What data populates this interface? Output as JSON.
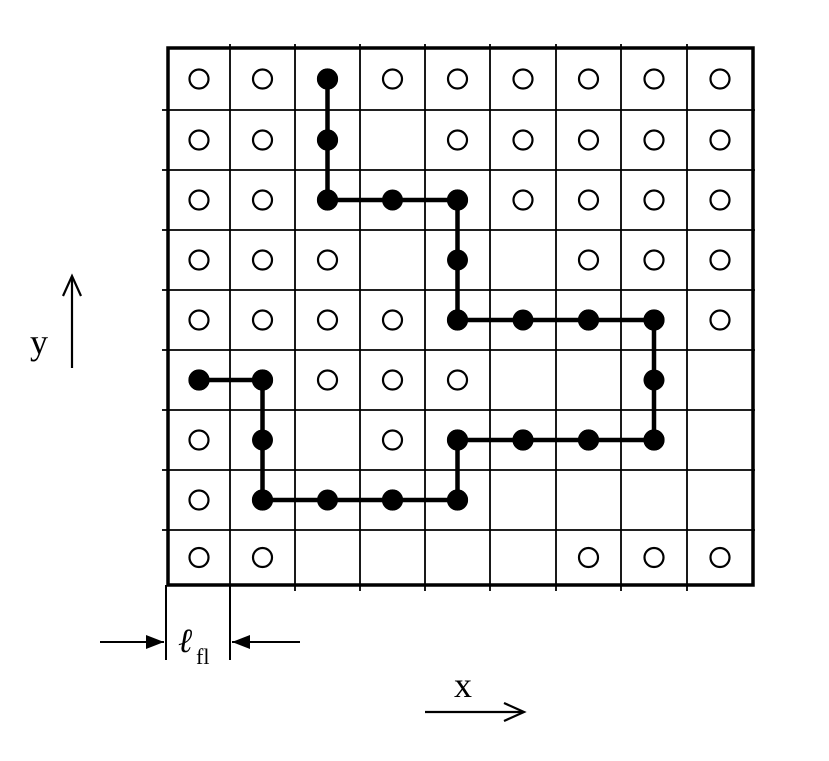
{
  "labels": {
    "y_axis": "y",
    "x_axis": "x",
    "length_symbol": "ℓ",
    "length_subscript": "fl"
  },
  "grid": {
    "columns": 9,
    "rows": 9
  },
  "chain": {
    "sites": [
      [
        3,
        1
      ],
      [
        3,
        2
      ],
      [
        3,
        3
      ],
      [
        4,
        3
      ],
      [
        5,
        3
      ],
      [
        5,
        4
      ],
      [
        5,
        5
      ],
      [
        6,
        5
      ],
      [
        7,
        5
      ],
      [
        8,
        5
      ],
      [
        8,
        6
      ],
      [
        8,
        7
      ],
      [
        7,
        7
      ],
      [
        6,
        7
      ],
      [
        5,
        7
      ],
      [
        5,
        8
      ],
      [
        4,
        8
      ],
      [
        3,
        8
      ],
      [
        2,
        8
      ],
      [
        2,
        7
      ],
      [
        2,
        6
      ],
      [
        1,
        6
      ]
    ]
  },
  "colors": {
    "line": "#000000",
    "background": "#ffffff"
  }
}
